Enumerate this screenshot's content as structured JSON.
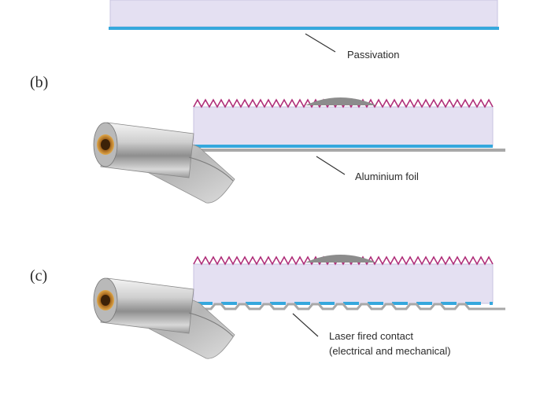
{
  "panels": [
    {
      "id": "a",
      "label": "",
      "callout": "Passivation"
    },
    {
      "id": "b",
      "label": "(b)",
      "callout": "Aluminium foil"
    },
    {
      "id": "c",
      "label": "(c)",
      "callout_lines": [
        "Laser fired contact",
        "(electrical and mechanical)"
      ]
    }
  ],
  "colors": {
    "wafer_fill": "#e4e0f2",
    "wafer_edge": "#c9c3e0",
    "passivation": "#35a8dd",
    "texture": "#b0307a",
    "bump": "#8c8c8c",
    "foil": "#a8a8a8",
    "roll_copper": "#c88a2a"
  },
  "icons": [
    "aluminium-foil-roll-icon"
  ]
}
